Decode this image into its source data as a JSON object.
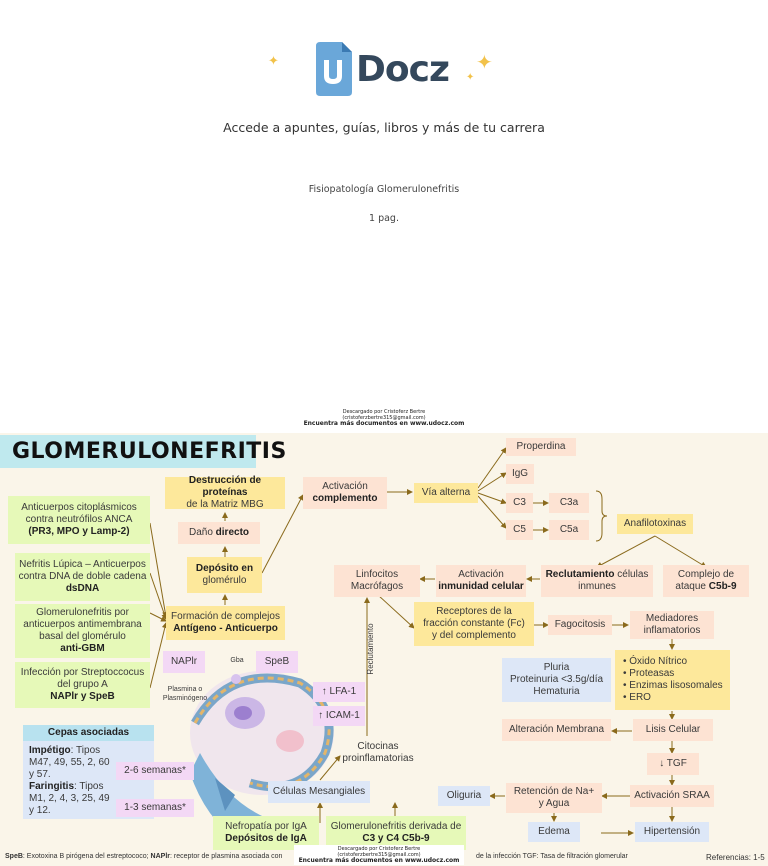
{
  "header": {
    "logo_u": "u",
    "logo_text": "Docz",
    "tagline": "Accede a apuntes, guías, libros y más de tu carrera",
    "doc_title": "Fisiopatología Glomerulonefritis",
    "pages": "1 pag."
  },
  "download_notice": {
    "line1": "Descargado por Cristoferz Bertre",
    "line2": "(cristoferzbertre315@gmail.com)",
    "line3": "Encuentra más documentos en www.udocz.com"
  },
  "sheet": {
    "title": "GLOMERULONEFRITIS",
    "nodes": {
      "destruccion_a": "Destrucción de proteínas",
      "destruccion_b": "de la Matriz MBG",
      "activacion_a": "Activación",
      "activacion_b": "complemento",
      "via_alterna": "Vía alterna",
      "properdina": "Properdina",
      "igg": "IgG",
      "c3": "C3",
      "c3a": "C3a",
      "c5": "C5",
      "c5a": "C5a",
      "anafilotoxinas": "Anafilotoxinas",
      "dano_a": "Daño",
      "dano_b": "directo",
      "deposito_a": "Depósito en",
      "deposito_b": "glomérulo",
      "anca_1": "Anticuerpos citoplásmicos",
      "anca_2": "contra neutrófilos ANCA",
      "anca_3": "(PR3, MPO y Lamp-2)",
      "lupus_1": "Nefritis Lúpica – Anticuerpos",
      "lupus_2": "contra DNA de doble cadena",
      "lupus_3": "dsDNA",
      "mbg_1": "Glomerulonefritis por",
      "mbg_2": "anticuerpos antimembrana",
      "mbg_3": "basal del glomérulo",
      "mbg_4": "anti-GBM",
      "strep_1": "Infección por Streptoccocus",
      "strep_2": "del grupo A",
      "strep_3": "NAPlr y SpeB",
      "complejos_a": "Formación de complejos",
      "complejos_b": "Antígeno - Anticuerpo",
      "linfocitos_a": "Linfocitos",
      "linfocitos_b": "Macrófagos",
      "inmunidad_a": "Activación",
      "inmunidad_b": "inmunidad celular",
      "reclutamiento_a": "Reclutamiento",
      "reclutamiento_b": "células",
      "reclutamiento_c": "inmunes",
      "complejo_ataque_a": "Complejo de",
      "complejo_ataque_b": "ataque",
      "complejo_ataque_c": "C5b-9",
      "receptores_1": "Receptores de la",
      "receptores_2": "fracción constante (Fc)",
      "receptores_3": "y del complemento",
      "fagocitosis": "Fagocitosis",
      "mediadores_a": "Mediadores",
      "mediadores_b": "inflamatorios",
      "bullets": [
        "Óxido Nítrico",
        "Proteasas",
        "Enzimas lisosomales",
        "ERO"
      ],
      "naplr": "NAPlr",
      "speb": "SpeB",
      "plasmina_a": "Plasmina o",
      "plasmina_b": "Plasminógeno",
      "gba": "Gba",
      "reclutamiento_vertical": "Reclutamiento",
      "lfa": "↑ LFA-1",
      "icam": "↑ ICAM-1",
      "pluria_1": "Pluria",
      "pluria_2": "Proteinuria <3.5g/día",
      "pluria_3": "Hematuria",
      "alteracion": "Alteración Membrana",
      "lisis": "Lisis Celular",
      "tgf": "↓ TGF",
      "citocinas_a": "Citocinas",
      "citocinas_b": "proinflamatorias",
      "mesangiales": "Células Mesangiales",
      "oliguria": "Oliguria",
      "retencion_a": "Retención de Na+",
      "retencion_b": "y Agua",
      "sraa": "Activación SRAA",
      "edema": "Edema",
      "hipertension": "Hipertensión",
      "iga_a": "Nefropatía por IgA",
      "iga_b": "Depósitos de IgA",
      "gn_deriv_a": "Glomerulonefritis derivada de",
      "gn_deriv_b": "C3 y C4 C5b-9"
    },
    "strains": {
      "heading": "Cepas asociadas",
      "imp_label": "Impétigo",
      "imp_text": ": Tipos M47, 49, 55, 2, 60 y 57.",
      "imp_weeks": "2-6 semanas*",
      "far_label": "Faringitis",
      "far_text": ": Tipos M1, 2, 4, 3, 25, 49 y 12.",
      "far_weeks": "1-3 semanas*"
    },
    "footer": {
      "speb_k": "SpeB",
      "speb_v": ": Exotoxina B pirógena del estreptococo; ",
      "naplr_k": "NAPlr",
      "naplr_v": ": receptor de plasmina asociada con",
      "tail": "de la infección TGF: Tasa de filtración glomerular",
      "refs": "Referencias: 1-5"
    }
  },
  "colors": {
    "peach": "#fde3d3",
    "yellow": "#fde89b",
    "green": "#e6f9b8",
    "blue": "#dde7f7",
    "pink": "#f3d8f5",
    "cyan": "#bfe9ee",
    "arrow": "#8a6a1c"
  }
}
